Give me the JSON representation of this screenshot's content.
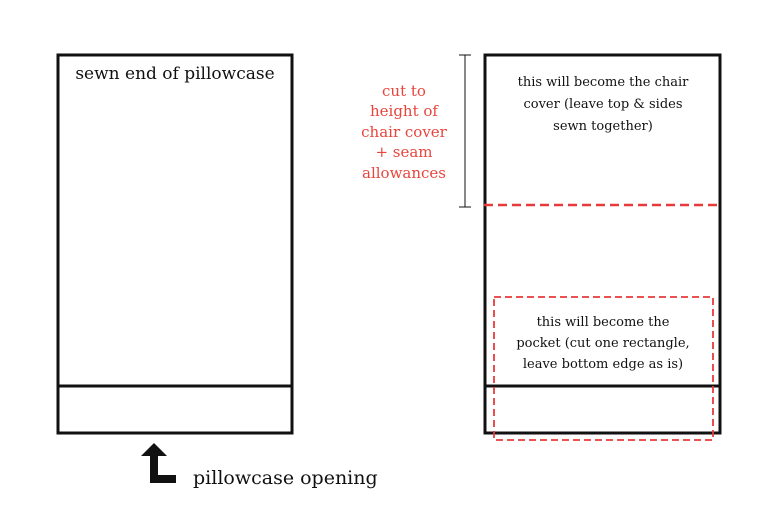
{
  "left_panel": {
    "top_label": "sewn end of pillowcase"
  },
  "opening_label": "pillowcase opening",
  "measure_label": {
    "lines": [
      "cut to",
      "height of",
      "chair cover",
      "+ seam",
      "allowances"
    ]
  },
  "right_panel": {
    "top_label_lines": [
      "this will become the chair",
      "cover (leave top & sides",
      "sewn together)"
    ],
    "pocket_label_lines": [
      "this will become the",
      "pocket (cut one rectangle,",
      "leave bottom edge as is)"
    ]
  },
  "colors": {
    "outline": "#111111",
    "cut_line": "#e83a3a",
    "measure_text": "#e8453c",
    "background": "#ffffff"
  },
  "icons": {
    "opening_arrow": "arrow-up-turn-right-icon"
  }
}
